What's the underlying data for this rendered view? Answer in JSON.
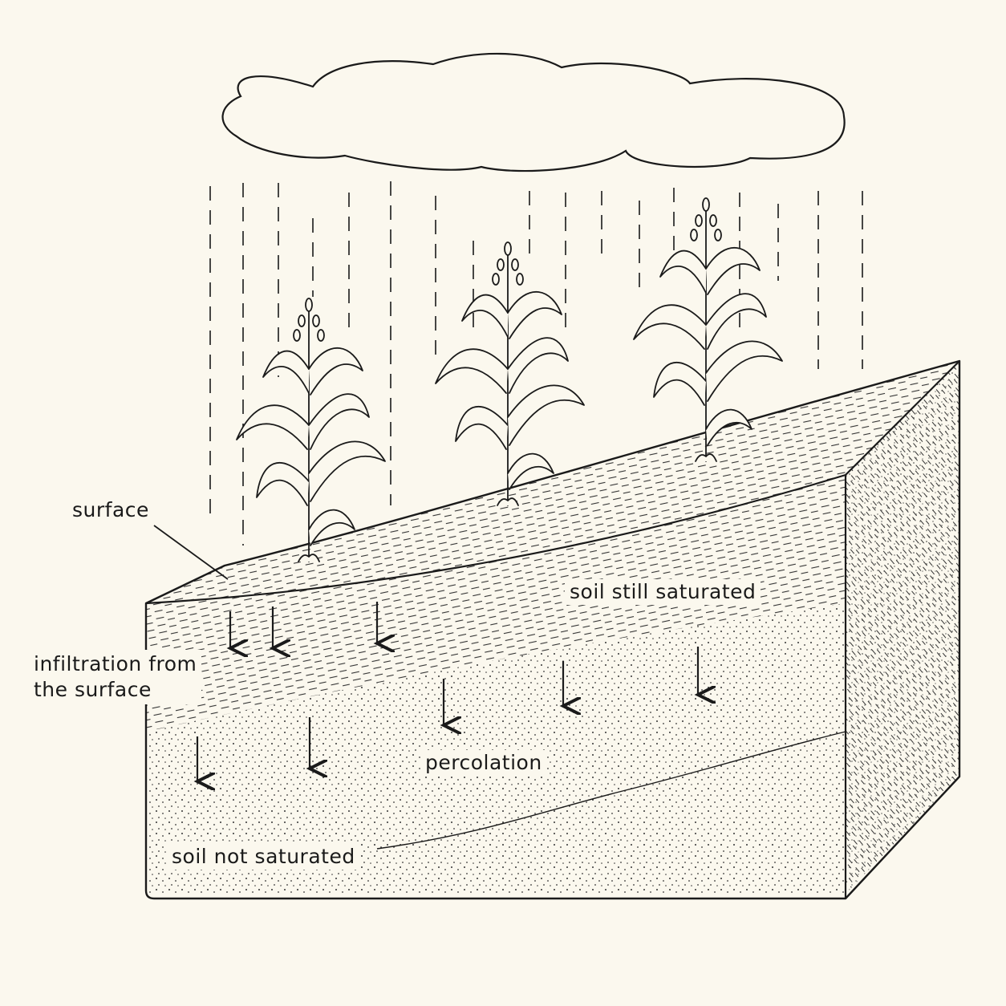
{
  "labels": {
    "surface": "surface",
    "infiltration_line1": "infiltration from",
    "infiltration_line2": "the surface",
    "soil_saturated": "soil still saturated",
    "percolation": "percolation",
    "soil_not_saturated": "soil not saturated"
  },
  "colors": {
    "background": "#fbf8ee",
    "ink": "#1a1a1a"
  },
  "icons": {
    "cloud": "cloud-icon",
    "plant": "corn-plant-icon",
    "arrow": "arrow-down-icon"
  }
}
